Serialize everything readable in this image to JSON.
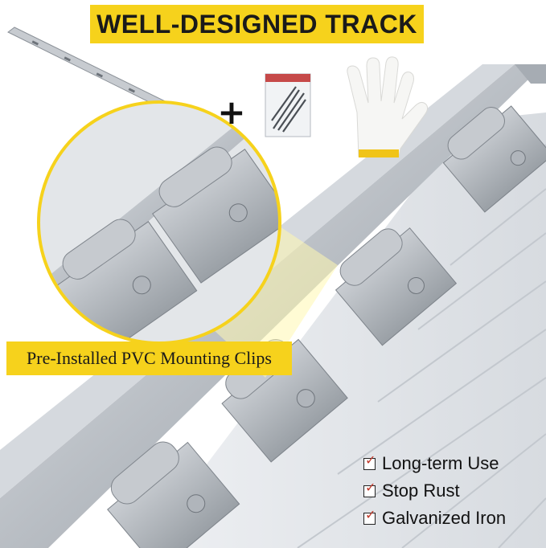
{
  "banner": {
    "title": "WELL-DESIGNED TRACK"
  },
  "kit": {
    "plus_symbol": "+"
  },
  "callout": {
    "label": "Pre-Installed PVC Mounting Clips"
  },
  "features": [
    {
      "text": "Long-term Use"
    },
    {
      "text": "Stop Rust"
    },
    {
      "text": "Galvanized Iron"
    }
  ],
  "checkmark_glyph": "✓",
  "colors": {
    "accent": "#f6d21c",
    "check": "#c0392b"
  },
  "icons": {
    "track": "steel-track-icon",
    "screws": "screw-bag-icon",
    "glove": "work-glove-icon",
    "magnifier": "zoom-callout-icon"
  }
}
